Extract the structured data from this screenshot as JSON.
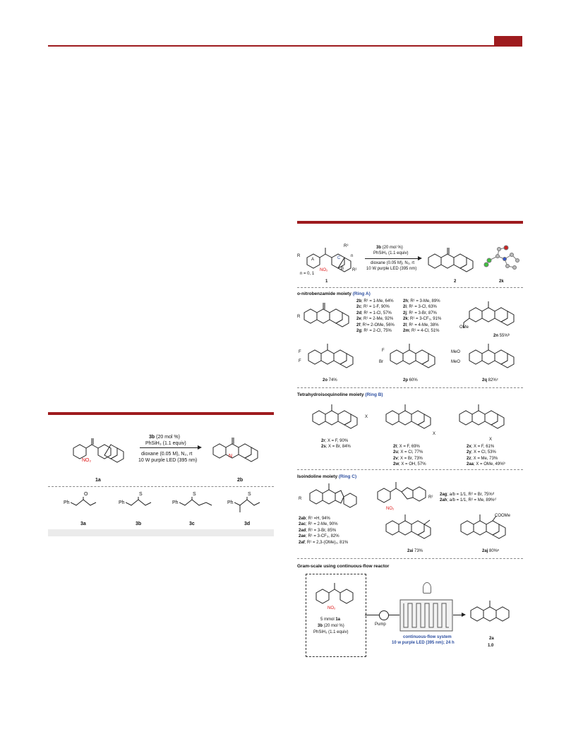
{
  "header": {
    "accent_color": "#9e1b1e"
  },
  "left_scheme": {
    "reagent_line1_cat": "3b",
    "reagent_line1_rest": " (20 mol %)",
    "reagent_line2": "PhSiH₃ (1.1 equiv)",
    "conditions_line1": "dioxane (0.05 M), N₂, rt",
    "conditions_line2": "10 W purple LED (395 nm)",
    "start_label": "1a",
    "product_label": "2b",
    "catalysts": [
      {
        "label": "3a",
        "ph": "Ph",
        "x": "O"
      },
      {
        "label": "3b",
        "ph": "Ph",
        "x": "S"
      },
      {
        "label": "3c",
        "ph": "Ph",
        "x": "S"
      },
      {
        "label": "3d",
        "ph": "Ph",
        "x": "S"
      }
    ]
  },
  "right_scheme": {
    "top": {
      "cat": "3b",
      "cat_rest": " (20 mol %)",
      "reagent": "PhSiH₃ (1.1 equiv)",
      "cond1": "dioxane (0.05 M), N₂, rt",
      "cond2": "10 W purple LED (395 nm)",
      "n_label": "n = 0, 1",
      "start": "1",
      "product": "2",
      "xray": "2k"
    },
    "section_a": {
      "title": "o-nitrobenzamide moiety",
      "ring": "(Ring A)"
    },
    "list_a_col1": [
      {
        "id": "2b",
        "text": "; R¹ = 1-Me, 64%"
      },
      {
        "id": "2c",
        "text": "; R¹ = 1-F, 90%"
      },
      {
        "id": "2d",
        "text": "; R¹ = 1-Cl, 57%"
      },
      {
        "id": "2e",
        "text": "; R¹ = 2-Me, 92%"
      },
      {
        "id": "2f",
        "text": "; R¹= 2-OMe, 56%"
      },
      {
        "id": "2g",
        "text": "; R¹ = 2-Cl, 75%"
      }
    ],
    "list_a_col2": [
      {
        "id": "2h",
        "text": "; R¹ = 3-Me, 89%"
      },
      {
        "id": "2i",
        "text": "; R¹ = 3-Cl, 63%"
      },
      {
        "id": "2j",
        "text": "; R¹ = 3-Br, 87%"
      },
      {
        "id": "2k",
        "text": "; R¹ = 3-CF₃, 91%"
      },
      {
        "id": "2l",
        "text": "; R¹ = 4-Me, 38%"
      },
      {
        "id": "2m",
        "text": "; R¹ = 4-Cl, 51%"
      }
    ],
    "c2n": {
      "id": "2n",
      "yield": " 55%ᵇ",
      "ome": "OMe"
    },
    "c2o": {
      "id": "2o",
      "yield": " 74%"
    },
    "c2p": {
      "id": "2p",
      "yield": " 60%"
    },
    "c2q": {
      "id": "2q",
      "yield": " 82%ᶜ"
    },
    "section_b": {
      "title": "Tetrahydroisoquinoline moiety",
      "ring": "(Ring B)"
    },
    "list_b1": [
      {
        "id": "2r",
        "text": "; X = F, 90%"
      },
      {
        "id": "2s",
        "text": "; X = Br, 84%"
      }
    ],
    "list_b2": [
      {
        "id": "2t",
        "text": "; X = F, 69%"
      },
      {
        "id": "2u",
        "text": "; X = Cl, 77%"
      },
      {
        "id": "2v",
        "text": "; X = Br, 73%"
      },
      {
        "id": "2w",
        "text": "; X = OH, 57%"
      }
    ],
    "list_b3": [
      {
        "id": "2x",
        "text": "; X = F, 61%"
      },
      {
        "id": "2y",
        "text": "; X = Cl, 53%"
      },
      {
        "id": "2z",
        "text": "; X = Me, 73%"
      },
      {
        "id": "2aa",
        "text": "; X = OMe, 49%ᵇ"
      }
    ],
    "section_c": {
      "title": "Isoindoline moiety",
      "ring": "(Ring C)"
    },
    "list_c": [
      {
        "id": "2ab",
        "text": "; R¹ =H, 94%"
      },
      {
        "id": "2ac",
        "text": "; R¹ = 2-Me, 90%"
      },
      {
        "id": "2ad",
        "text": "; R¹ = 3-Br, 85%"
      },
      {
        "id": "2ae",
        "text": "; R¹ = 3-CF₃, 82%"
      },
      {
        "id": "2af",
        "text": "; R¹ = 2,3-(OMe)₂, 81%"
      }
    ],
    "list_c2": [
      {
        "id": "2ag",
        "text": "; a/b = 1/1, R² = Br, 75%ᵈ"
      },
      {
        "id": "2ah",
        "text": "; a/b = 1/1, R² = Me, 89%ᵈ"
      }
    ],
    "c2ai": {
      "id": "2ai",
      "yield": " 73%"
    },
    "c2aj": {
      "id": "2aj",
      "yield": " 80%ᵉ",
      "coome": "COOMe"
    },
    "section_d": {
      "title": "Gram-scale using continuous-flow reactor"
    },
    "flow": {
      "amount_pre": "5 mmol ",
      "amount_id": "1a",
      "cat": "3b",
      "cat_rest": " (20 mol %)",
      "reagent": "PhSiH₃ (1.1 equiv)",
      "pump": "Pump",
      "sys1": "continuous-flow system",
      "sys2": "10 w purple LED (395 nm); 24 h",
      "product": "2a",
      "scale": "1.0"
    },
    "labels": {
      "ring_a": "A",
      "ring_b": "B",
      "ring_c": "C",
      "n": "n",
      "no2": "NO₂",
      "r": "R",
      "r3": "R³",
      "r2": "R²",
      "x": "X",
      "meo": "MeO",
      "f": "F",
      "br": "Br"
    }
  }
}
